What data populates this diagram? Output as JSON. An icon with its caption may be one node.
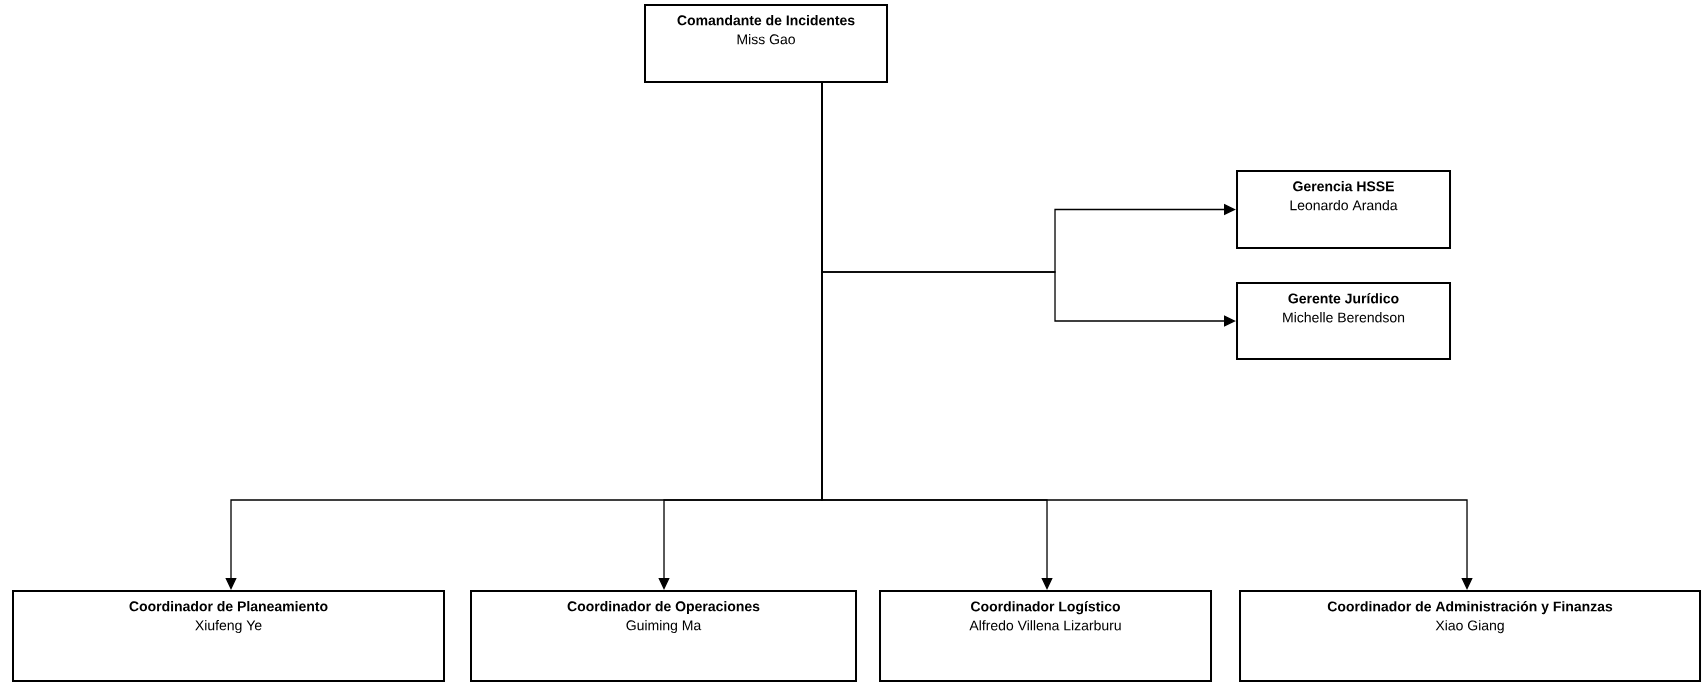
{
  "diagram": {
    "nodes": [
      {
        "text": [
          "Comandante de Incidentes",
          "Miss Gao"
        ]
      },
      {
        "text": [
          "Gerencia HSSE",
          "Leonardo Aranda"
        ]
      },
      {
        "text": [
          "Gerente Jurídico",
          "Michelle Berendson"
        ]
      },
      {
        "text": [
          "Coordinador de Planeamiento",
          "Xiufeng Ye"
        ]
      },
      {
        "text": [
          "Coordinador de Operaciones",
          "Guiming Ma"
        ]
      },
      {
        "text": [
          "Coordinador Logístico",
          "Alfredo Villena Lizarburu"
        ]
      },
      {
        "text": [
          "Coordinador de Administración y Finanzas",
          "Xiao Giang"
        ]
      }
    ],
    "edges": [
      {
        "from": 0,
        "to": 1,
        "arrow": "to"
      },
      {
        "from": 0,
        "to": 2,
        "arrow": "to"
      },
      {
        "from": 0,
        "to": 3,
        "arrow": "to"
      },
      {
        "from": 0,
        "to": 4,
        "arrow": "to"
      },
      {
        "from": 0,
        "to": 5,
        "arrow": "to"
      },
      {
        "from": 0,
        "to": 6,
        "arrow": "to"
      }
    ]
  }
}
